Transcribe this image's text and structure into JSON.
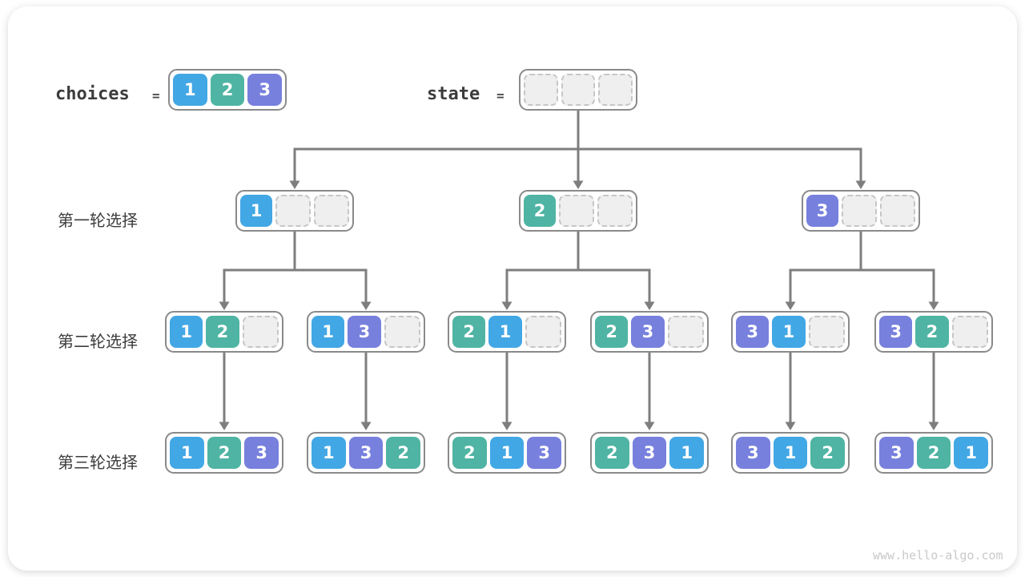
{
  "colors": {
    "1": "#42A7E5",
    "2": "#4FB4A3",
    "3": "#7780DD",
    "arrow": "#7E7E7E",
    "box_border": "#8A8A8A",
    "empty_fill": "#EFEFEF",
    "empty_border": "#C6C6C6",
    "text_dark": "#3C3C3C",
    "watermark": "#C9C9C9"
  },
  "header": {
    "choices": {
      "label": "choices",
      "eq": "=",
      "cells": [
        "1",
        "2",
        "3"
      ]
    },
    "state": {
      "label": "state",
      "eq": "=",
      "cells": [
        "",
        "",
        ""
      ]
    }
  },
  "rows": [
    {
      "label": "第一轮选择",
      "boxes": [
        [
          "1",
          "",
          ""
        ],
        [
          "2",
          "",
          ""
        ],
        [
          "3",
          "",
          ""
        ]
      ]
    },
    {
      "label": "第二轮选择",
      "boxes": [
        [
          "1",
          "2",
          ""
        ],
        [
          "1",
          "3",
          ""
        ],
        [
          "2",
          "1",
          ""
        ],
        [
          "2",
          "3",
          ""
        ],
        [
          "3",
          "1",
          ""
        ],
        [
          "3",
          "2",
          ""
        ]
      ]
    },
    {
      "label": "第三轮选择",
      "boxes": [
        [
          "1",
          "2",
          "3"
        ],
        [
          "1",
          "3",
          "2"
        ],
        [
          "2",
          "1",
          "3"
        ],
        [
          "2",
          "3",
          "1"
        ],
        [
          "3",
          "1",
          "2"
        ],
        [
          "3",
          "2",
          "1"
        ]
      ]
    }
  ],
  "watermark": "www.hello-algo.com"
}
